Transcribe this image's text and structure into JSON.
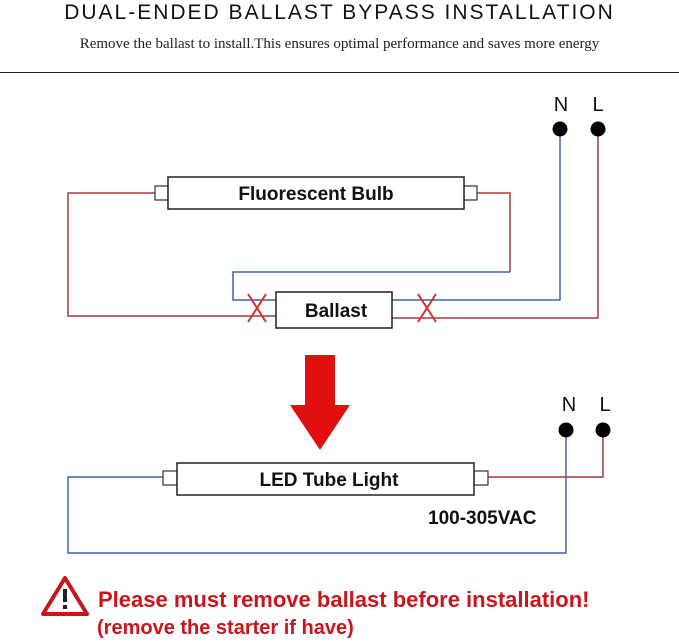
{
  "header": {
    "title": "DUAL-ENDED BALLAST BYPASS INSTALLATION",
    "subtitle": "Remove the ballast to install.This ensures optimal performance and saves more energy"
  },
  "before": {
    "terminal_n": "N",
    "terminal_l": "L",
    "bulb_label": "Fluorescent Bulb",
    "ballast_label": "Ballast"
  },
  "after": {
    "terminal_n": "N",
    "terminal_l": "L",
    "tube_label": "LED Tube Light",
    "voltage": "100-305VAC"
  },
  "warning": {
    "main": "Please must remove ballast before installation!",
    "sub": "(remove the starter if have)",
    "icon": "warning-triangle-icon"
  },
  "colors": {
    "neutral_wire": "#3b63a8",
    "live_wire": "#a33a3a",
    "arrow": "#e01010",
    "cut_mark": "#d63030",
    "warning": "#c8161d"
  }
}
